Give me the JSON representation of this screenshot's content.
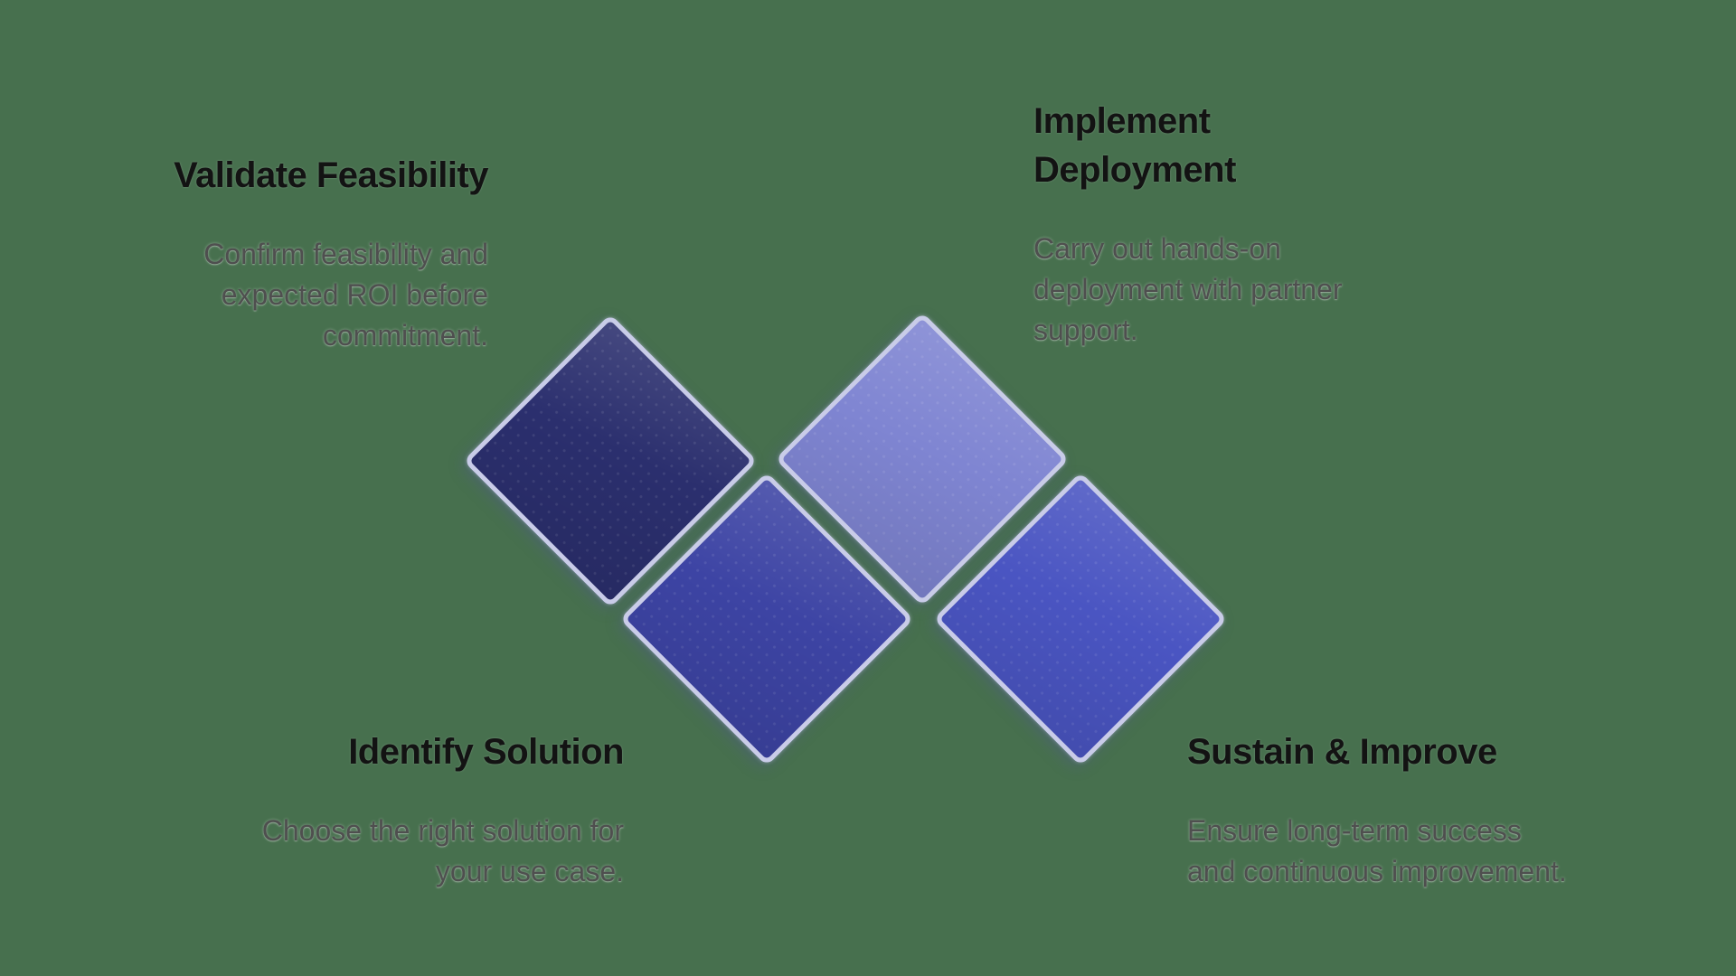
{
  "canvas": {
    "background_color": "#47704e",
    "diamond_border_color": "#c9cce8"
  },
  "steps": [
    {
      "id": "validate-feasibility",
      "title": "Validate Feasibility",
      "description": "Confirm feasibility and\nexpected ROI before\ncommitment.",
      "align": "right",
      "diamond_color": "#2b2f6e"
    },
    {
      "id": "implement-deployment",
      "title": "Implement\nDeployment",
      "description": "Carry out hands-on\ndeployment with partner\nsupport.",
      "align": "left",
      "diamond_color": "#7f85d2"
    },
    {
      "id": "identify-solution",
      "title": "Identify Solution",
      "description": "Choose the right solution for\nyour use case.",
      "align": "right",
      "diamond_color": "#3d44a4"
    },
    {
      "id": "sustain-improve",
      "title": "Sustain & Improve",
      "description": "Ensure long-term success\nand continuous improvement.",
      "align": "left",
      "diamond_color": "#4a55c2"
    }
  ]
}
